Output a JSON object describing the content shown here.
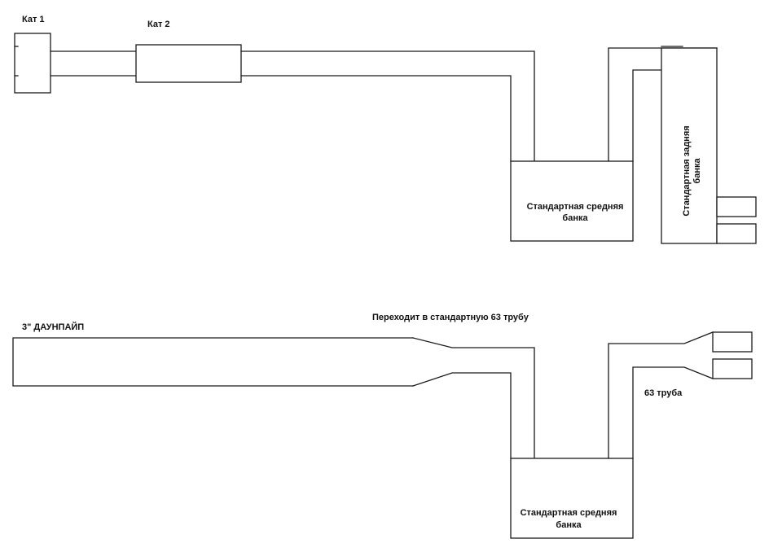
{
  "top_diagram": {
    "cat1_label": "Кат 1",
    "cat2_label": "Кат 2",
    "middle_muffler_line1": "Стандартная средняя",
    "middle_muffler_line2": "банка",
    "rear_muffler_line1": "Стандартная задняя",
    "rear_muffler_line2": "банка"
  },
  "bottom_diagram": {
    "downpipe_label": "3\" ДАУНПАЙП",
    "transition_label": "Переходит в стандартную 63 трубу",
    "pipe_label": "63 труба",
    "middle_muffler_line1": "Стандартная средняя",
    "middle_muffler_line2": "банка"
  }
}
